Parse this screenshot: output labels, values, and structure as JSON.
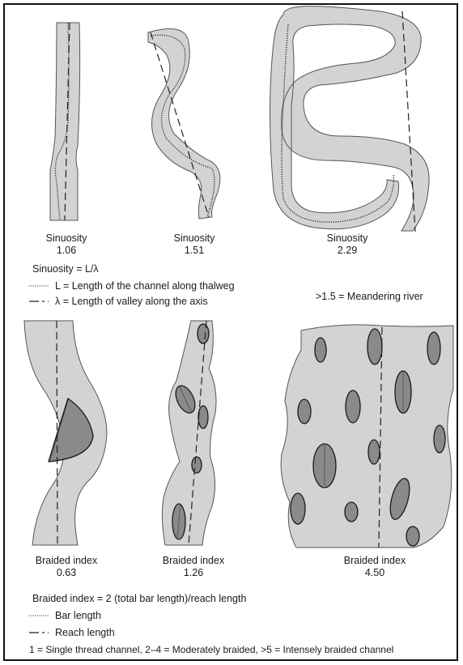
{
  "sinuosity_panels": [
    {
      "label": "Sinuosity",
      "value": "1.06"
    },
    {
      "label": "Sinuosity",
      "value": "1.51"
    },
    {
      "label": "Sinuosity",
      "value": "2.29"
    }
  ],
  "sinuosity_legend": {
    "formula": "Sinuosity = L/λ",
    "thalweg_line": "L = Length of the channel along thalweg",
    "valley_line": "λ = Length of valley along the axis",
    "threshold": ">1.5 = Meandering river"
  },
  "braided_panels": [
    {
      "label": "Braided index",
      "value": "0.63"
    },
    {
      "label": "Braided index",
      "value": "1.26"
    },
    {
      "label": "Braided index",
      "value": "4.50"
    }
  ],
  "braided_legend": {
    "formula": "Braided index = 2 (total bar length)/reach length",
    "bar_line": "Bar length",
    "reach_line": "Reach length",
    "classes": "1 = Single thread channel, 2–4 = Moderately braided, >5 = Intensely braided channel"
  },
  "colors": {
    "channel": "#d3d3d3",
    "bar": "#8a8a8a",
    "outline": "#111111"
  }
}
